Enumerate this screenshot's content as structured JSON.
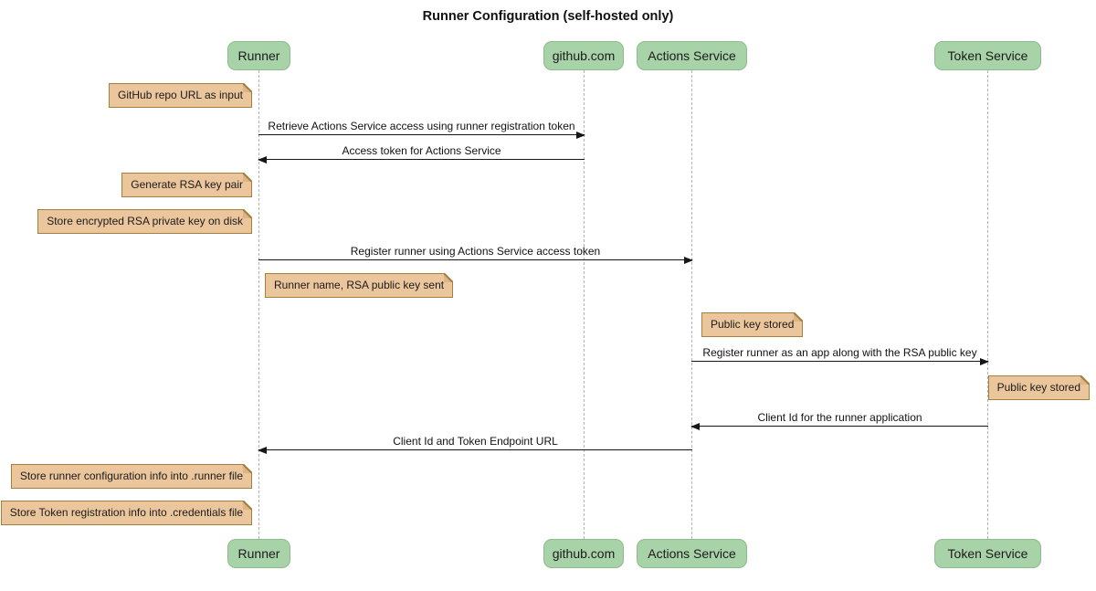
{
  "title": "Runner Configuration (self-hosted only)",
  "participants": [
    {
      "label": "Runner"
    },
    {
      "label": "github.com"
    },
    {
      "label": "Actions Service"
    },
    {
      "label": "Token Service"
    }
  ],
  "messages": [
    {
      "from": "Runner",
      "to": "github.com",
      "label": "Retrieve Actions Service access using runner registration token"
    },
    {
      "from": "github.com",
      "to": "Runner",
      "label": "Access token for Actions Service"
    },
    {
      "from": "Runner",
      "to": "Actions Service",
      "label": "Register runner using Actions Service access token"
    },
    {
      "from": "Actions Service",
      "to": "Token Service",
      "label": "Register runner as an app along with the RSA public key"
    },
    {
      "from": "Token Service",
      "to": "Actions Service",
      "label": "Client Id for the runner application"
    },
    {
      "from": "Actions Service",
      "to": "Runner",
      "label": "Client Id and Token Endpoint URL"
    }
  ],
  "notes": [
    {
      "anchor": "Runner",
      "side": "left",
      "label": "GitHub repo URL as input"
    },
    {
      "anchor": "Runner",
      "side": "left",
      "label": "Generate RSA key pair"
    },
    {
      "anchor": "Runner",
      "side": "left",
      "label": "Store encrypted RSA private key on disk"
    },
    {
      "anchor": "Runner",
      "side": "right",
      "label": "Runner name, RSA public key sent"
    },
    {
      "anchor": "Actions Service",
      "side": "right",
      "label": "Public key stored"
    },
    {
      "anchor": "Token Service",
      "side": "right",
      "label": "Public key stored"
    },
    {
      "anchor": "Runner",
      "side": "left",
      "label": "Store runner configuration info into .runner file"
    },
    {
      "anchor": "Runner",
      "side": "left",
      "label": "Store Token registration info into .credentials file"
    }
  ],
  "colors": {
    "actor_fill": "#A8D2A8",
    "actor_border": "#8CBB8C",
    "note_fill": "#EBC69C",
    "note_border": "#A5803D",
    "lifeline": "#B3B3B3",
    "arrow": "#161616",
    "background": "#FFFFFF"
  }
}
